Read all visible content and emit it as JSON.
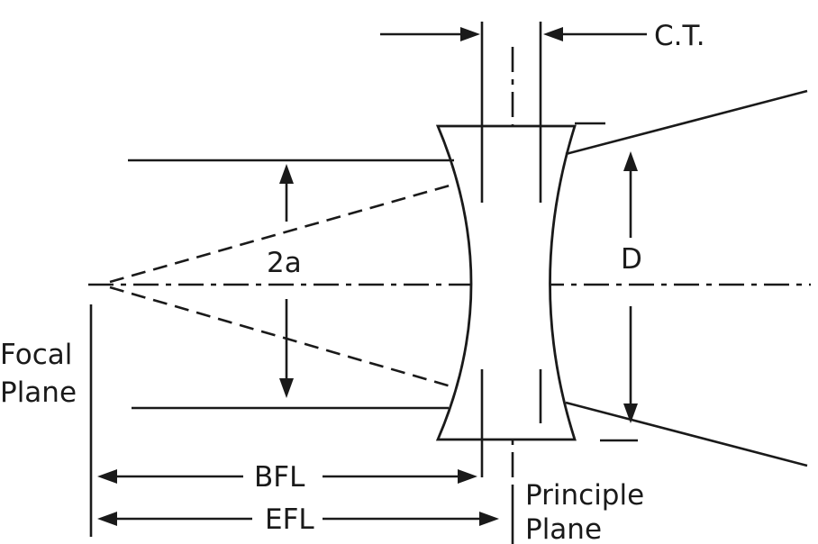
{
  "labels": {
    "ct": "C.T.",
    "two_a": "2a",
    "d": "D",
    "focal_line1": "Focal",
    "focal_line2": "Plane",
    "bfl": "BFL",
    "efl": "EFL",
    "principle_line1": "Principle",
    "principle_line2": "Plane"
  }
}
